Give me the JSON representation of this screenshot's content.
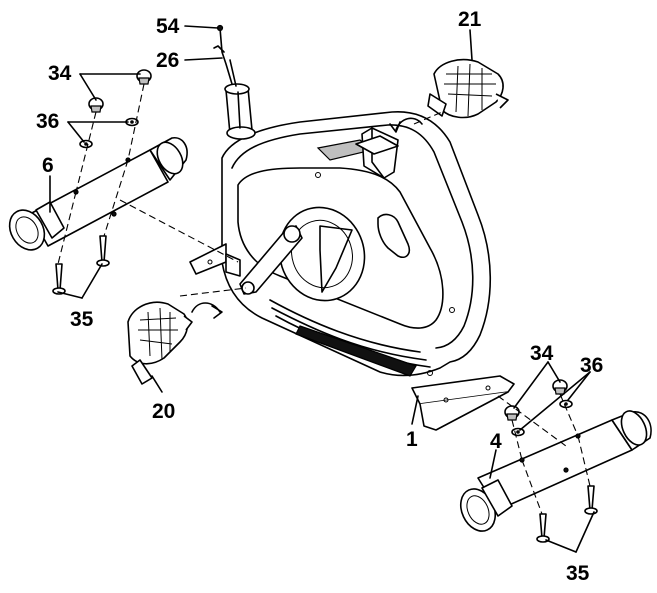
{
  "diagram": {
    "callouts": {
      "p54": "54",
      "p26": "26",
      "p21": "21",
      "p34_left": "34",
      "p36_left": "36",
      "p6": "6",
      "p35_left": "35",
      "p20": "20",
      "p1": "1",
      "p34_right": "34",
      "p36_right": "36",
      "p4": "4",
      "p35_right": "35"
    },
    "parts": [
      "bike-frame",
      "seat-post-tube",
      "front-stabilizer-tube",
      "rear-stabilizer-tube",
      "left-pedal",
      "right-pedal",
      "cap-nut",
      "washer",
      "carriage-bolt",
      "sensor-wire"
    ]
  }
}
